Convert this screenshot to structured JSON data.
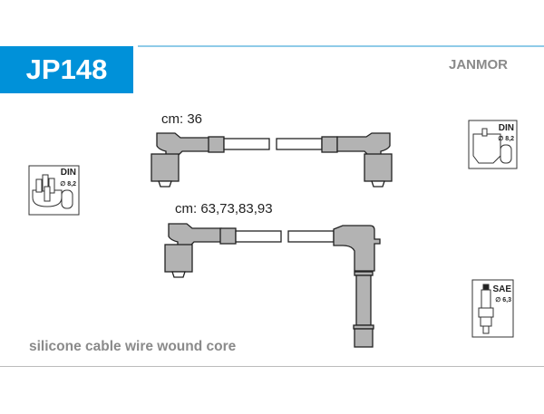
{
  "header": {
    "part_number": "JP148",
    "brand": "JANMOR"
  },
  "cables": [
    {
      "length_label": "cm: 36"
    },
    {
      "length_label": "cm: 63,73,83,93"
    }
  ],
  "connectors": {
    "distributor_left": {
      "standard": "DIN",
      "diameter": "∅ 8,2",
      "icon": "distributor-cap-icon"
    },
    "coil_right": {
      "standard": "DIN",
      "diameter": "∅ 8,2",
      "icon": "ignition-coil-icon"
    },
    "spark_plug": {
      "standard": "SAE",
      "diameter": "∅ 6,3",
      "icon": "spark-plug-icon"
    }
  },
  "footer": {
    "caption": "silicone cable wire wound core"
  },
  "colors": {
    "brand_blue": "#0091d9",
    "boot_gray": "#b3b3b3",
    "caption_gray": "#8a8a8a"
  }
}
